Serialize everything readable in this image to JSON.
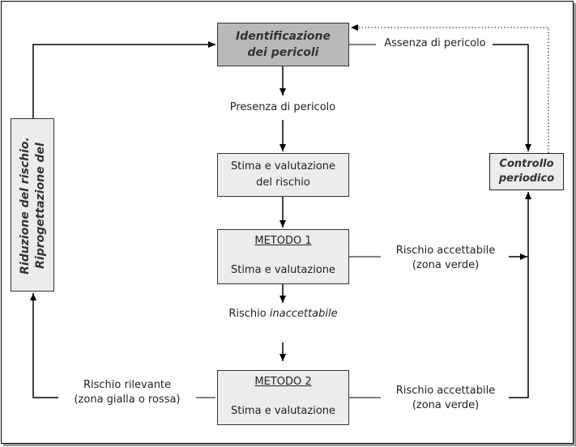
{
  "nodes": {
    "identificazione": {
      "line1": "Identificazione",
      "line2": "dei pericoli"
    },
    "stima_valutazione": {
      "line1": "Stima e valutazione",
      "line2": "del rischio"
    },
    "metodo1": {
      "title": "METODO 1",
      "text": "Stima e valutazione"
    },
    "metodo2": {
      "title": "METODO 2",
      "text": "Stima e valutazione"
    },
    "controllo": {
      "line1": "Controllo",
      "line2": "periodico"
    },
    "riduzione": {
      "line1": "Riduzione del rischio.",
      "line2": "Riprogettazione del"
    }
  },
  "labels": {
    "assenza": "Assenza di pericolo",
    "presenza": "Presenza di pericolo",
    "accettabile1": {
      "line1": "Rischio accettabile",
      "line2": "(zona verde)"
    },
    "inaccettabile": {
      "prefix": "Rischio ",
      "emphasis": "inaccettabile"
    },
    "rilevante": {
      "line1": "Rischio rilevante",
      "line2": "(zona gialla o rossa)"
    },
    "accettabile2": {
      "line1": "Rischio accettabile",
      "line2": "(zona verde)"
    }
  },
  "colors": {
    "box_fill": "#ececec",
    "highlight_fill": "#b9b9b9",
    "line": "#000000"
  }
}
